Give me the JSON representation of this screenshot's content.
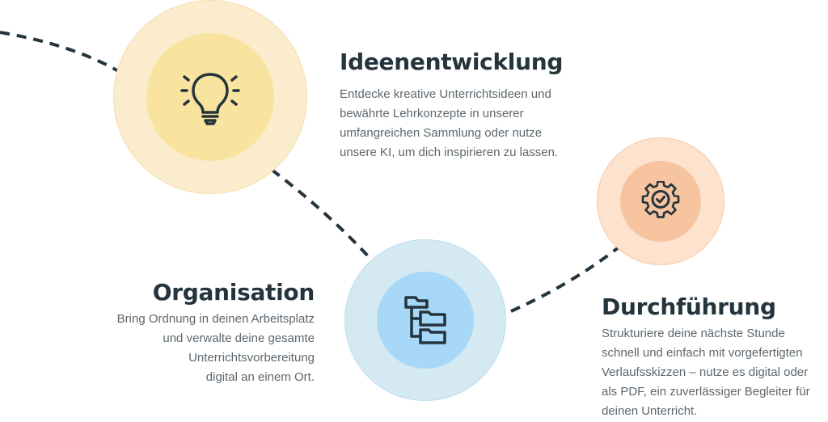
{
  "colors": {
    "connector": "#24343d",
    "idea_outer": "#faeccc",
    "idea_inner": "#f8e49f",
    "organisation_outer": "#d5e9f3",
    "organisation_inner": "#a8d8f7",
    "execution_outer": "#fde2ce",
    "execution_inner": "#f7c4a0"
  },
  "steps": {
    "idea": {
      "icon": "lightbulb-icon",
      "title": "Ideenentwicklung",
      "lines": [
        "Entdecke kreative Unterrichtsideen und",
        "bewährte Lehrkonzepte in unserer",
        "umfangreichen Sammlung oder nutze",
        "unsere KI, um dich inspirieren zu lassen."
      ]
    },
    "organisation": {
      "icon": "folder-tree-icon",
      "title": "Organisation",
      "lines": [
        "Bring Ordnung in deinen Arbeitsplatz",
        "und verwalte deine gesamte",
        "Unterrichtsvorbereitung",
        "digital an einem Ort."
      ]
    },
    "execution": {
      "icon": "gear-check-icon",
      "title": "Durchführung",
      "lines": [
        "Strukturiere deine nächste Stunde",
        "schnell und einfach mit vorgefertigten",
        "Verlaufsskizzen – nutze es digital oder",
        "als PDF, ein zuverlässiger Begleiter für",
        "deinen Unterricht."
      ]
    }
  }
}
